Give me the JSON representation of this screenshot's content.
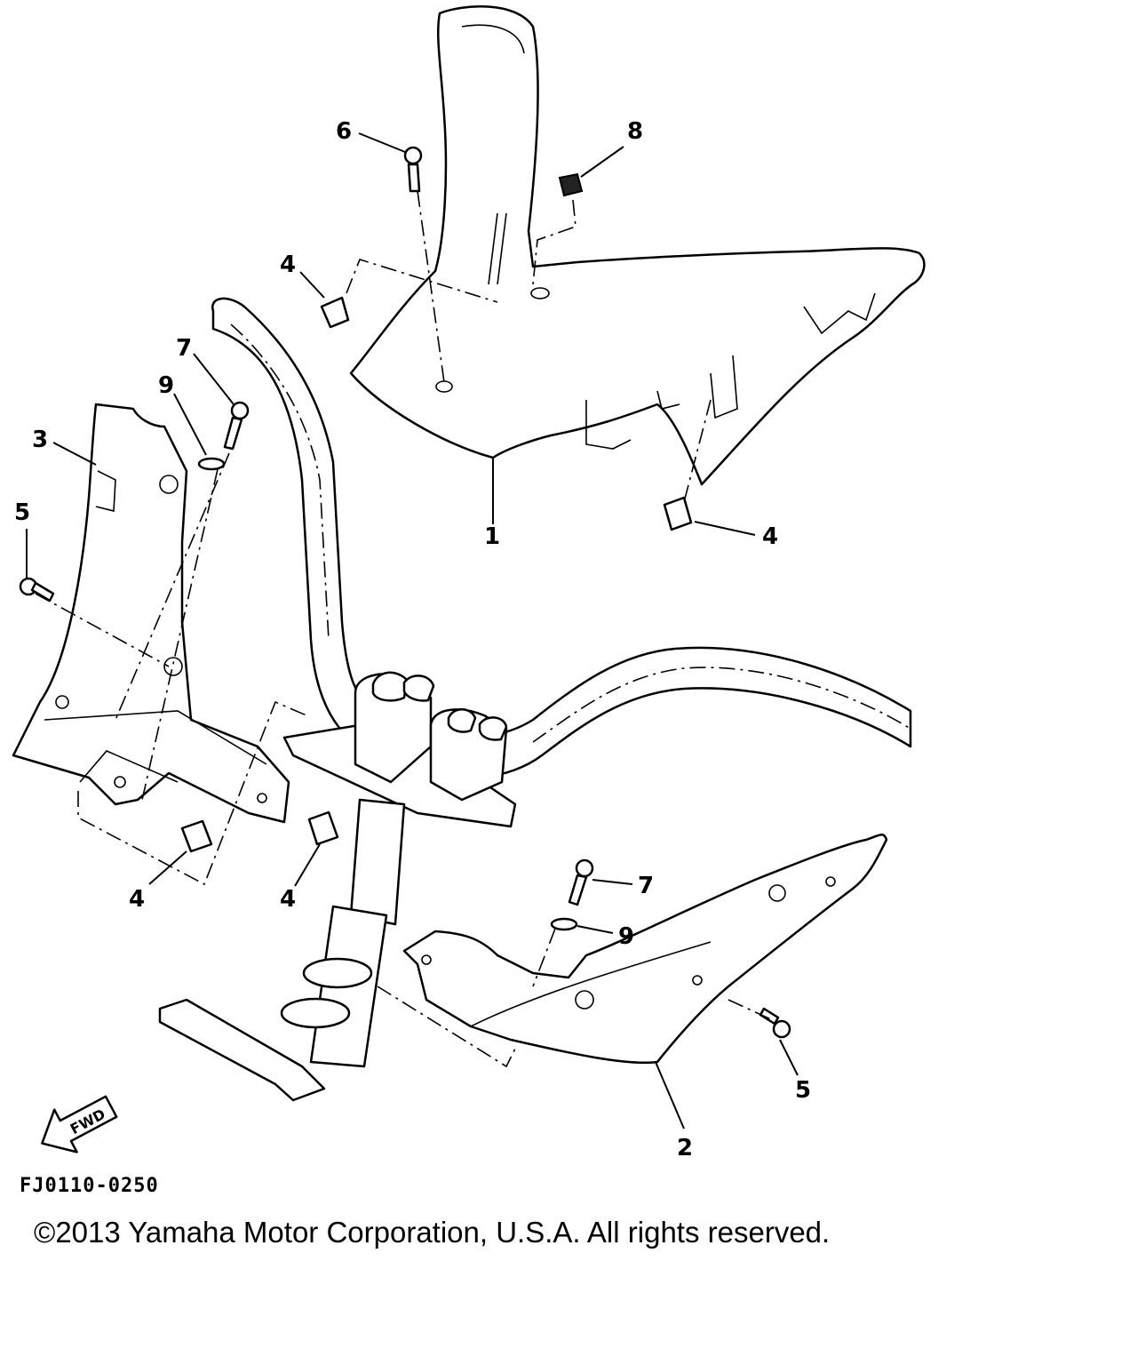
{
  "diagram_code": "FJ0110-0250",
  "copyright": "©2013 Yamaha Motor Corporation, U.S.A. All rights reserved.",
  "forward_marker": "FWD",
  "callouts": {
    "c1": "1",
    "c2": "2",
    "c3": "3",
    "c4a": "4",
    "c4b": "4",
    "c4c": "4",
    "c4d": "4",
    "c5a": "5",
    "c5b": "5",
    "c6": "6",
    "c7a": "7",
    "c7b": "7",
    "c8": "8",
    "c9a": "9",
    "c9b": "9"
  }
}
